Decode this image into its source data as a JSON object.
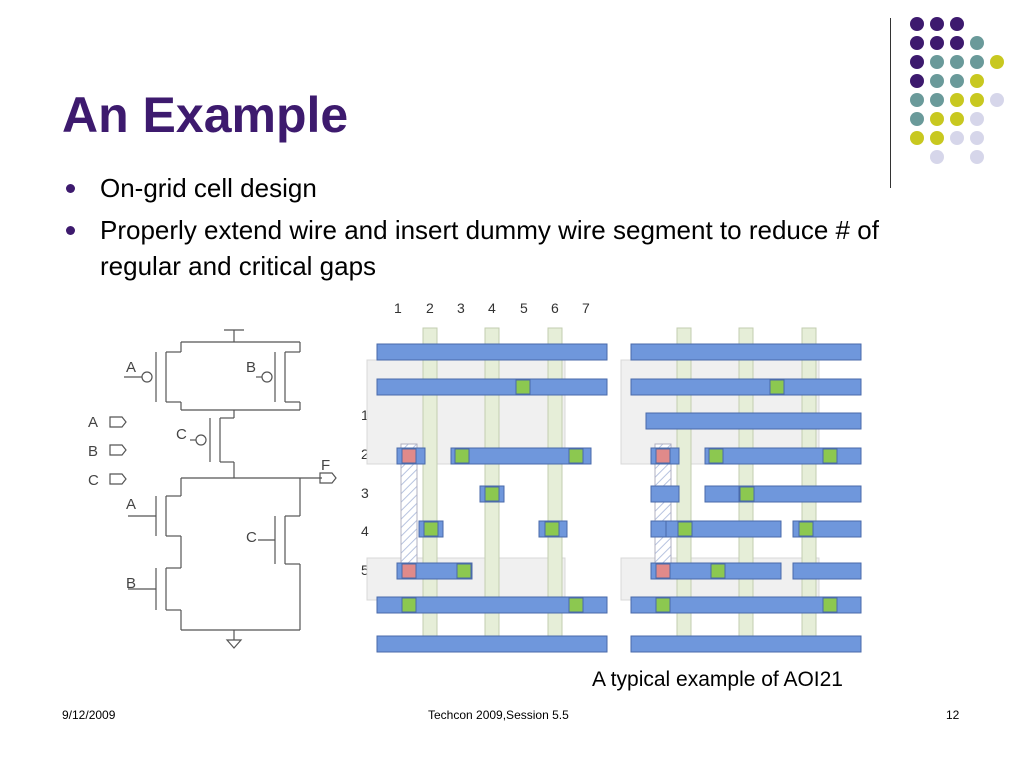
{
  "slide": {
    "title": "An Example",
    "bullets": [
      "On-grid cell design",
      "Properly extend wire and insert dummy wire segment to reduce # of regular and critical gaps"
    ],
    "caption": "A typical example of AOI21"
  },
  "schematic": {
    "inputs": [
      "A",
      "B",
      "C"
    ],
    "output": "F",
    "gate_labels": [
      "A",
      "B",
      "C",
      "A",
      "C",
      "B"
    ]
  },
  "layout": {
    "column_numbers": [
      "1",
      "2",
      "3",
      "4",
      "5",
      "6",
      "7"
    ],
    "row_numbers": [
      "1",
      "2",
      "3",
      "4",
      "5"
    ]
  },
  "footer": {
    "date": "9/12/2009",
    "center": "Techcon 2009,Session 5.5",
    "page": "12"
  },
  "colors": {
    "title": "#3d1a6e",
    "wire_horizontal": "#6f97dc",
    "wire_vertical": "#e6eed8",
    "via_green": "#8cc850",
    "via_red": "#e08a8a",
    "deco_dots": [
      "#3d1a6e",
      "#6a9a9a",
      "#c8c820",
      "#d6d6ea"
    ]
  }
}
